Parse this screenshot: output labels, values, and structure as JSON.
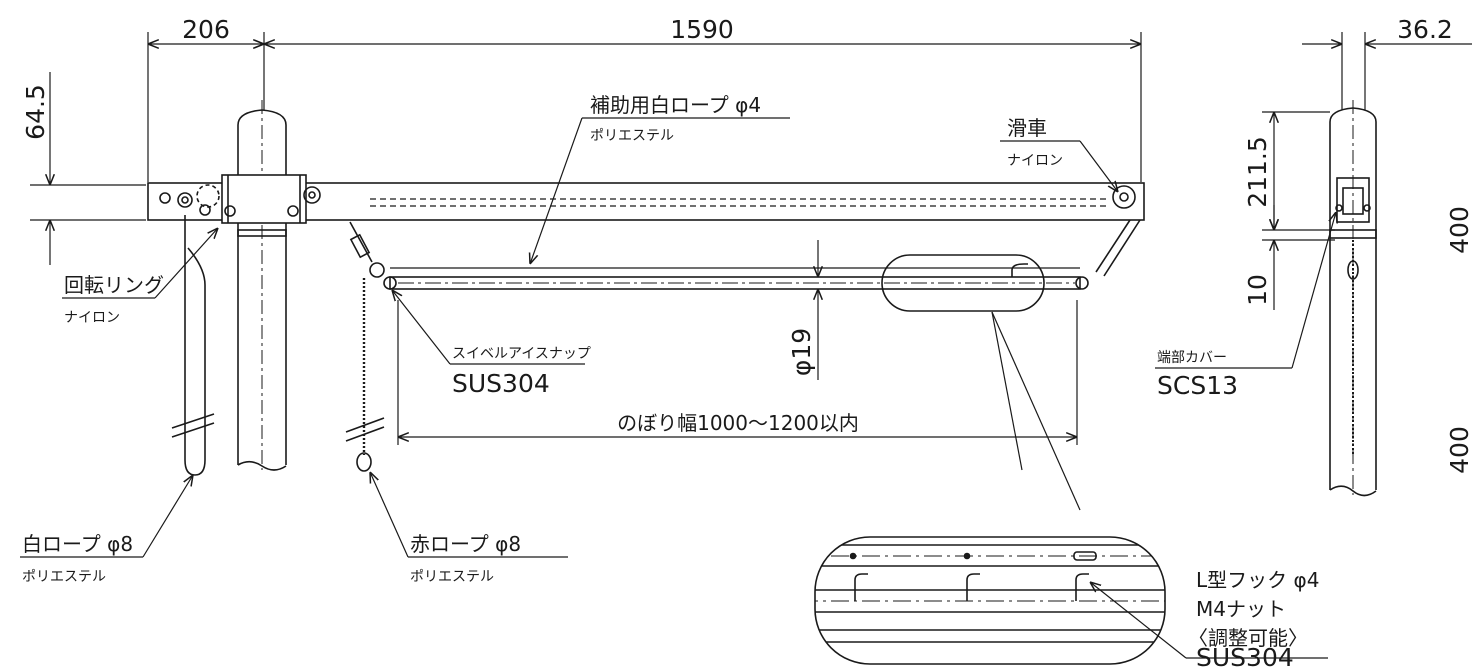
{
  "dimensions": {
    "left_width": "206",
    "span": "1590",
    "side_width": "36.2",
    "top_offset": "64.5",
    "clamp_height": "211.5",
    "gap": "10",
    "pipe_dia": "φ19",
    "banner_width": "のぼり幅1000～1200以内"
  },
  "labels": {
    "aux_rope": "補助用白ロープ φ4",
    "aux_rope_material": "ポリエステル",
    "pulley": "滑車",
    "pulley_material": "ナイロン",
    "ring": "回転リング",
    "ring_material": "ナイロン",
    "swivel": "スイベルアイスナップ",
    "swivel_material": "SUS304",
    "white_rope": "白ロープ φ8",
    "white_rope_material": "ポリエステル",
    "red_rope": "赤ロープ φ8",
    "red_rope_material": "ポリエステル",
    "end_cover": "端部カバー",
    "end_cover_material": "SCS13",
    "hook": "L型フック φ4",
    "nut": "M4ナット",
    "adjust": "〈調整可能〉",
    "hook_material": "SUS304",
    "edge_a": "400",
    "edge_b": "400"
  }
}
